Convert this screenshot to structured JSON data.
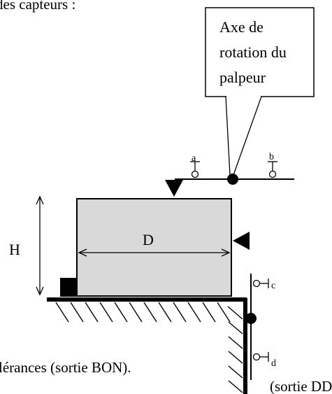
{
  "top_fragment": "des capteurs :",
  "callout": {
    "lines": [
      "Axe de",
      "rotation du",
      "palpeur"
    ]
  },
  "labels": {
    "height": "H",
    "diameter": "D",
    "sensor_a": "a",
    "sensor_b": "b",
    "sensor_c": "c",
    "sensor_d": "d"
  },
  "bottom_text": {
    "line1": "lérances (sortie BON).",
    "line2": "(sortie DD"
  },
  "colors": {
    "part_fill": "#d9d9d9",
    "ink": "#000000"
  }
}
